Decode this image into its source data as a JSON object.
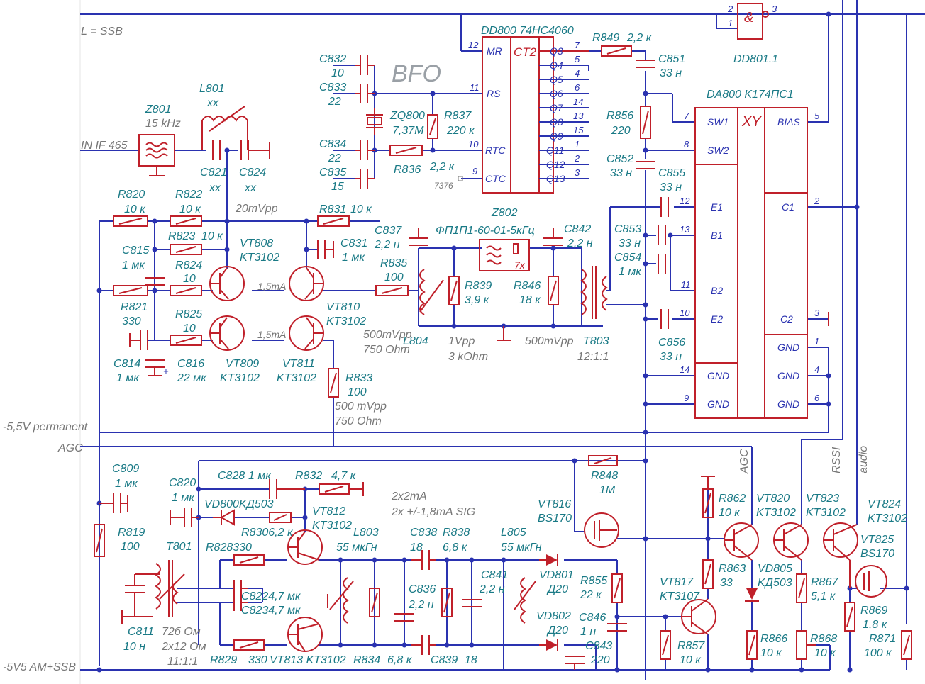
{
  "notes": {
    "l_ssb": "L = SSB",
    "bfo": "BFO",
    "in_if": "IN IF 465",
    "level_20": "20mVpp",
    "mvpp500a": "500 mVpp",
    "ohm750a": "750 Ohm",
    "mvpp500b": "500mVpp",
    "ohm750b": "750 Ohm",
    "vpp1": "1Vpp",
    "k3ohm": "3 kOhm",
    "mvpp500c": "500mVpp",
    "ratio12": "12:1:1",
    "ma15a": "1,5mA",
    "ma15b": "1,5mA",
    "neg55": "-5,5V permanent",
    "agc_in": "AGC",
    "neg5v5": "-5V5 AM+SSB",
    "ma2x2": "2x2mA",
    "sig": "2x +/-1,8mA SIG",
    "agc_out": "AGC",
    "rssi": "RSSI",
    "audio": "audio",
    "ohm72": "72б Ом",
    "ohm2x12": "2x12 Ом",
    "ratio11": "11:1:1"
  },
  "ics": {
    "dd800": {
      "title": "DD800 74HC4060",
      "type": "CT2",
      "left_pins": [
        "MR",
        "RS",
        "RTC",
        "CTC"
      ],
      "left_nums": [
        "12",
        "11",
        "10",
        "9"
      ],
      "right_pins": [
        "Q3",
        "Q4",
        "Q5",
        "Q6",
        "Q7",
        "Q8",
        "Q9",
        "Q11",
        "Q12",
        "Q13"
      ],
      "right_nums": [
        "7",
        "5",
        "4",
        "6",
        "14",
        "13",
        "15",
        "1",
        "2",
        "3"
      ]
    },
    "da800": {
      "title": "DA800 K174ПС1",
      "type": "XY",
      "left_pins": [
        "SW1",
        "SW2",
        "E1",
        "B1",
        "B2",
        "E2",
        "GND",
        "GND"
      ],
      "left_nums": [
        "7",
        "8",
        "12",
        "13",
        "11",
        "10",
        "14",
        "9"
      ],
      "right_pins": [
        "BIAS",
        "C1",
        "C2",
        "GND",
        "GND",
        "GND"
      ],
      "right_nums": [
        "5",
        "2",
        "3",
        "1",
        "4",
        "6"
      ]
    },
    "dd801": {
      "title": "DD801.1",
      "symbol": "&",
      "pins": [
        "2",
        "1",
        "3"
      ]
    }
  },
  "components": {
    "z801": "Z801",
    "z801v": "15 kHz",
    "l801": "L801",
    "l801v": "xx",
    "c821": "C821",
    "c821v": "xx",
    "c824": "C824",
    "c824v": "xx",
    "c832": "C832",
    "c832v": "10",
    "c833": "C833",
    "c833v": "22",
    "c834": "C834",
    "c834v": "22",
    "c835": "C835",
    "c835v": "15",
    "zq800": "ZQ800",
    "zq800v": "7,37M",
    "r837": "R837",
    "r837v": "220 к",
    "r836": "R836",
    "r836v": "2,2 к",
    "n7376": "7376",
    "r849": "R849",
    "r849v": "2,2 к",
    "c851": "C851",
    "c851v": "33 н",
    "r856": "R856",
    "r856v": "220",
    "c852": "C852",
    "c852v": "33 н",
    "c855": "C855",
    "c855v": "33 н",
    "c853": "C853",
    "c853v": "33 н",
    "c854": "C854",
    "c854v": "1 мк",
    "c856": "C856",
    "c856v": "33 н",
    "r820": "R820",
    "r820v": "10 к",
    "r822": "R822",
    "r822v": "10 к",
    "r823": "R823",
    "r823v": "10 к",
    "c815": "C815",
    "c815v": "1 мк",
    "r824": "R824",
    "r824v": "10",
    "r821": "R821",
    "r821v": "330",
    "r825": "R825",
    "r825v": "10",
    "c814": "C814",
    "c814v": "1 мк",
    "c816": "C816",
    "c816v": "22 мк",
    "vt808": "VT808",
    "vt808v": "KT3102",
    "vt809": "VT809",
    "vt809v": "KT3102",
    "vt810": "VT810",
    "vt810v": "KT3102",
    "vt811": "VT811",
    "vt811v": "KT3102",
    "r831": "R831",
    "r831v": "10 к",
    "c831": "C831",
    "c831v": "1 мк",
    "r833": "R833",
    "r833v": "100",
    "c837": "C837",
    "c837v": "2,2 н",
    "r835": "R835",
    "r835v": "100",
    "z802": "Z802",
    "z802v": "ФП1П1-60-01-5кГц",
    "z802x": "7x",
    "c842": "C842",
    "c842v": "2,2 н",
    "r839": "R839",
    "r839v": "3,9 к",
    "r846": "R846",
    "r846v": "18 к",
    "l804": "L804",
    "t803": "T803",
    "c809": "C809",
    "c809v": "1 мк",
    "r819": "R819",
    "r819v": "100",
    "c820": "C820",
    "c820v": "1 мк",
    "c828": "C828",
    "c828v": "1 мк",
    "r832": "R832",
    "r832v": "4,7 к",
    "vd800": "VD800KД503",
    "r830": "R8306,2 к",
    "vt812": "VT812",
    "vt812v": "KT3102",
    "r828": "R828330",
    "c822": "C8224,7 мк",
    "c823": "C8234,7 мк",
    "t801": "T801",
    "c811": "C811",
    "c811v": "10 н",
    "r829": "R829",
    "r829v": "330",
    "vt813": "VT813 KT3102",
    "l803": "L803",
    "l803v": "55 мкГн",
    "c838": "C838",
    "c838v": "18",
    "r838": "R838",
    "r838v": "6,8 к",
    "c836": "C836",
    "c836v": "2,2 н",
    "c839": "C839",
    "c839v": "18",
    "r834": "R834",
    "r834v": "6,8 к",
    "c841": "C841",
    "c841v": "2,2 н",
    "l805": "L805",
    "l805v": "55 мкГн",
    "vd801": "VD801",
    "vd801v": "Д20",
    "vd802": "VD802",
    "vd802v": "Д20",
    "r855": "R855",
    "r855v": "22 к",
    "c846": "C846",
    "c846v": "1 н",
    "c843": "C843",
    "c843v": "220",
    "r848": "R848",
    "r848v": "1M",
    "vt816": "VT816",
    "vt816v": "BS170",
    "r862": "R862",
    "r862v": "10 к",
    "r863": "R863",
    "r863v": "33",
    "vt817": "VT817",
    "vt817v": "KT3107",
    "r857": "R857",
    "r857v": "10 к",
    "vt820": "VT820",
    "vt820v": "KT3102",
    "vt823": "VT823",
    "vt823v": "KT3102",
    "vt824": "VT824",
    "vt824v": "KT3102",
    "vt825": "VT825",
    "vt825v": "BS170",
    "vd805": "VD805",
    "vd805v": "KД503",
    "r867": "R867",
    "r867v": "5,1 к",
    "r869": "R869",
    "r869v": "1,8 к",
    "r866": "R866",
    "r866v": "10 к",
    "r868": "R868",
    "r868v": "10 к",
    "r871": "R871",
    "r871v": "100 к"
  }
}
